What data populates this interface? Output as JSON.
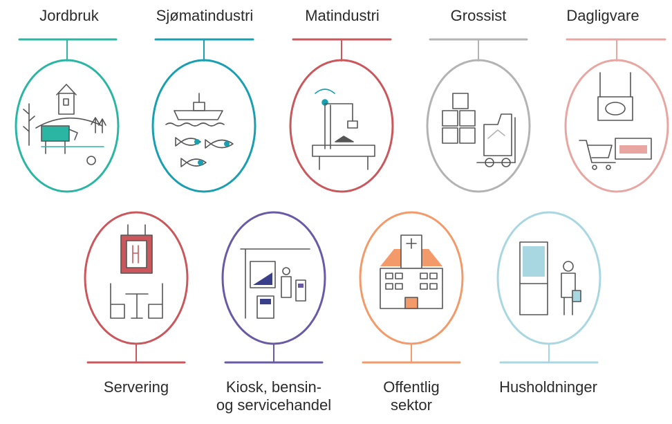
{
  "top_row": [
    {
      "id": "jordbruk",
      "label": "Jordbruk",
      "color": "#2bb6a3"
    },
    {
      "id": "sjomat",
      "label": "Sjømatindustri",
      "color": "#1a9fb0"
    },
    {
      "id": "matindustri",
      "label": "Matindustri",
      "color": "#c9575c"
    },
    {
      "id": "grossist",
      "label": "Grossist",
      "color": "#b3b3b3"
    },
    {
      "id": "dagligvare",
      "label": "Dagligvare",
      "color": "#e8a6a2"
    }
  ],
  "bottom_row": [
    {
      "id": "servering",
      "label": "Servering",
      "color": "#c9575c"
    },
    {
      "id": "kiosk",
      "label": "Kiosk, bensin-\nog servicehandel",
      "color": "#6a5aa6"
    },
    {
      "id": "offentlig",
      "label": "Offentlig\nsektor",
      "color": "#f39a6b"
    },
    {
      "id": "husholdninger",
      "label": "Husholdninger",
      "color": "#a9d7e1"
    }
  ],
  "icons": {
    "jordbruk": "farm-icon",
    "sjomat": "fishing-boat-icon",
    "matindustri": "robot-arm-icon",
    "grossist": "forklift-icon",
    "dagligvare": "grocery-store-icon",
    "servering": "restaurant-icon",
    "kiosk": "gas-station-icon",
    "offentlig": "hospital-icon",
    "husholdninger": "refrigerator-person-icon"
  }
}
